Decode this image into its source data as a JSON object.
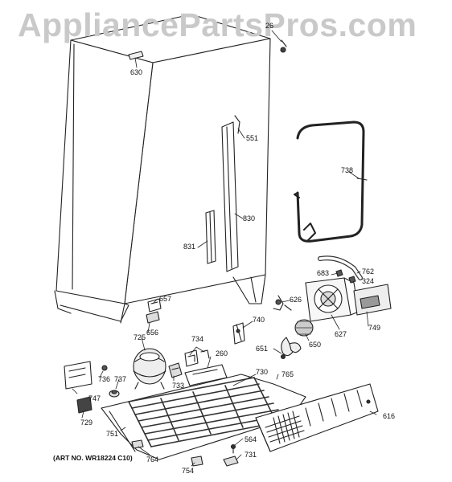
{
  "watermark": "AppliancePartsPros.com",
  "art_number": "(ART NO. WR18224 C10)",
  "parts": {
    "p630": "630",
    "p26": "26",
    "p551": "551",
    "p738": "738",
    "p830": "830",
    "p831": "831",
    "p762": "762",
    "p683": "683",
    "p324": "324",
    "p626": "626",
    "p657": "657",
    "p656": "656",
    "p740": "740",
    "p627": "627",
    "p749": "749",
    "p725": "725",
    "p734": "734",
    "p651": "651",
    "p650": "650",
    "p260": "260",
    "p733": "733",
    "p730": "730",
    "p765": "765",
    "p736": "736",
    "p737": "737",
    "p747": "747",
    "p729": "729",
    "p616": "616",
    "p751": "751",
    "p564": "564",
    "p731": "731",
    "p764": "764",
    "p754": "754"
  }
}
